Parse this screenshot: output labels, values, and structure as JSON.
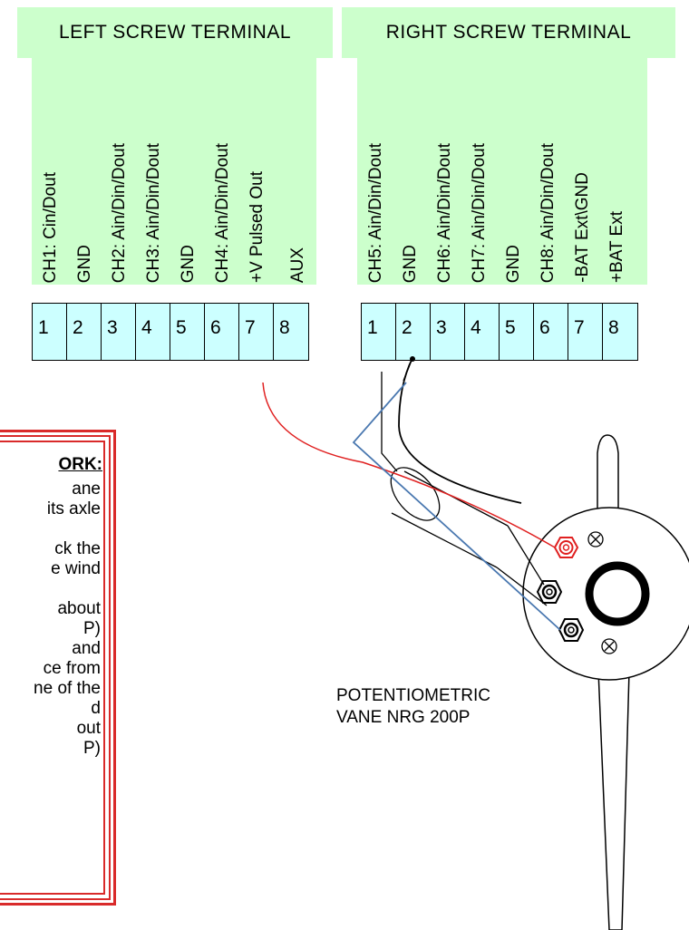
{
  "headers": {
    "left": "LEFT SCREW TERMINAL",
    "right": "RIGHT SCREW TERMINAL"
  },
  "left_channels": [
    "CH1: Cin/Dout",
    "GND",
    "CH2: Ain/Din/Dout",
    "CH3: Ain/Din/Dout",
    "GND",
    "CH4: Ain/Din/Dout",
    "+V Pulsed Out",
    "AUX"
  ],
  "right_channels": [
    "CH5: Ain/Din/Dout",
    "GND",
    "CH6: Ain/Din/Dout",
    "CH7: Ain/Din/Dout",
    "GND",
    "CH8: Ain/Din/Dout",
    "-BAT Ext\\GND",
    "+BAT Ext"
  ],
  "left_pins": [
    "1",
    "2",
    "3",
    "4",
    "5",
    "6",
    "7",
    "8"
  ],
  "right_pins": [
    "1",
    "2",
    "3",
    "4",
    "5",
    "6",
    "7",
    "8"
  ],
  "note": {
    "title": "ORK:",
    "lines": [
      "ane",
      "its axle",
      "",
      "ck the",
      "e wind",
      "",
      "about",
      "P)",
      "and",
      "ce from",
      "ne of the",
      "d",
      "out",
      "P)"
    ]
  },
  "vane_label": [
    "POTENTIOMETRIC",
    "VANE NRG 200P"
  ],
  "colors": {
    "panel_green": "#ccffcc",
    "terminal_cyan": "#ccffff",
    "wire_red": "#e02020",
    "wire_blue": "#4a78b0",
    "note_border": "#d92a2a"
  }
}
